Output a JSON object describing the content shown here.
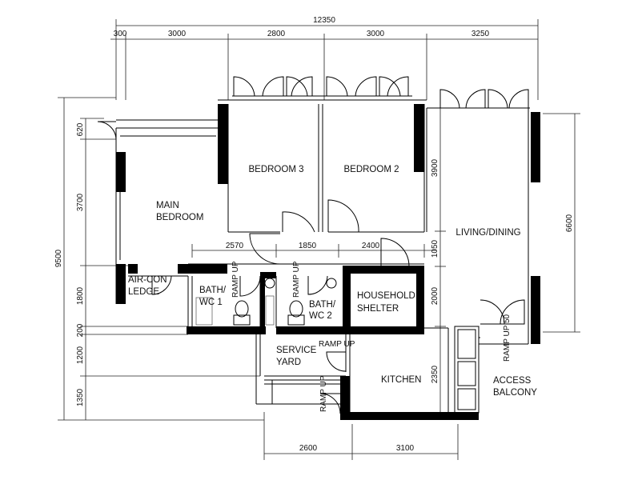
{
  "rooms": {
    "bedroom3": "BEDROOM 3",
    "bedroom2": "BEDROOM 2",
    "main_bedroom_1": "MAIN",
    "main_bedroom_2": "BEDROOM",
    "living_dining": "LIVING/DINING",
    "aircon_1": "AIR-CON",
    "aircon_2": "LEDGE",
    "bath1_1": "BATH/",
    "bath1_2": "WC 1",
    "bath2_1": "BATH/",
    "bath2_2": "WC 2",
    "shelter_1": "HOUSEHOLD",
    "shelter_2": "SHELTER",
    "service_1": "SERVICE",
    "service_2": "YARD",
    "kitchen": "KITCHEN",
    "access_1": "ACCESS",
    "access_2": "BALCONY"
  },
  "ramps": {
    "ramp_up": "RAMP UP",
    "ramp_up_50": "RAMP UP 50"
  },
  "dimensions": {
    "top_total": "12350",
    "top_300": "300",
    "top_3000a": "3000",
    "top_2800": "2800",
    "top_3000b": "3000",
    "top_3250": "3250",
    "left_total": "9500",
    "left_620": "620",
    "left_3700": "3700",
    "left_1800": "1800",
    "left_200": "200",
    "left_1200": "1200",
    "left_1350": "1350",
    "mid_2570": "2570",
    "mid_1850": "1850",
    "mid_2400": "2400",
    "mid_3900": "3900",
    "mid_1050": "1050",
    "mid_2000": "2000",
    "mid_2350": "2350",
    "right_6600": "6600",
    "bottom_2600": "2600",
    "bottom_3100": "3100"
  }
}
